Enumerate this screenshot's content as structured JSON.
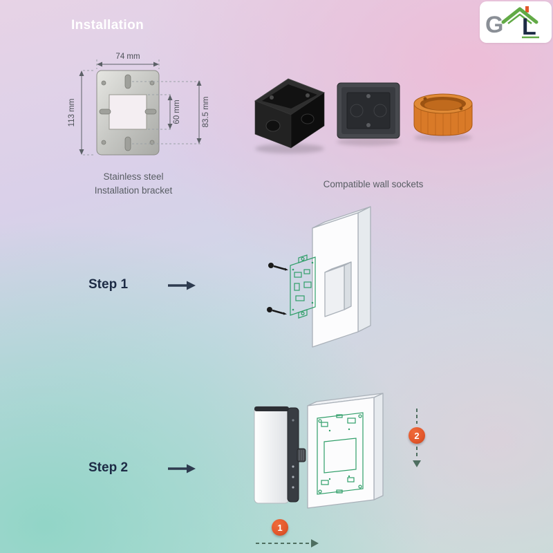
{
  "header": {
    "title": "Installation"
  },
  "logo": {
    "letter_left": "G",
    "letter_right": "L"
  },
  "bracket_figure": {
    "dims": {
      "width": "74 mm",
      "height": "113 mm",
      "inner": "60 mm",
      "mount": "83.5 mm"
    },
    "caption_line1": "Stainless steel",
    "caption_line2": "Installation bracket"
  },
  "sockets_figure": {
    "caption": "Compatible wall sockets"
  },
  "steps": {
    "step1": {
      "label": "Step 1",
      "badge": "1"
    },
    "step2": {
      "label": "Step 2",
      "badge": "2"
    }
  },
  "colors": {
    "accent-orange": "#e2572b",
    "step-text": "#1d2b45",
    "caption-text": "#585d63",
    "dim-text": "#4a4f55",
    "dash-green": "#4e6e60",
    "arrow-dark": "#2e3b4f",
    "pcb-green": "#2f9e68",
    "socket-orange": "#d97a28",
    "title-text": "#ffffff"
  }
}
